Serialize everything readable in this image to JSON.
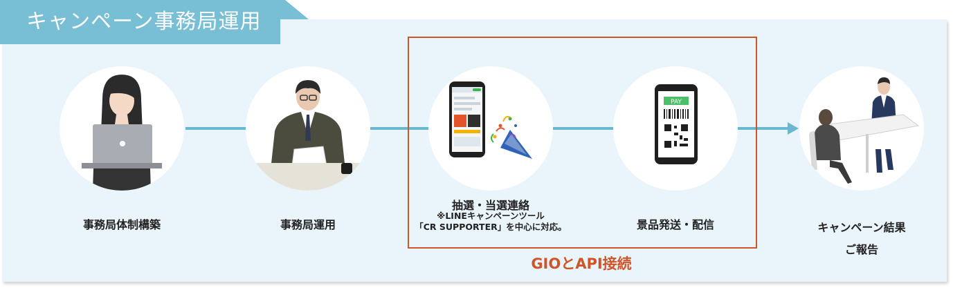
{
  "header": {
    "title": "キャンペーン事務局運用"
  },
  "steps": [
    {
      "label": "事務局体制構築"
    },
    {
      "label": "事務局運用"
    },
    {
      "label": "抽選・当選連絡",
      "note_line1": "※LINEキャンペーンツール",
      "note_line2": "「CR SUPPORTER」を中心に対応。"
    },
    {
      "label": "景品発送・配信"
    },
    {
      "label_line1": "キャンペーン結果",
      "label_line2": "ご報告"
    }
  ],
  "integration": {
    "label": "GIOとAPI接続"
  },
  "phone": {
    "pay_label": "PAY"
  },
  "colors": {
    "panel_bg": "#eaf5fb",
    "accent_blue": "#78bfd6",
    "connector": "#6bb7cf",
    "highlight": "#d0542a"
  }
}
